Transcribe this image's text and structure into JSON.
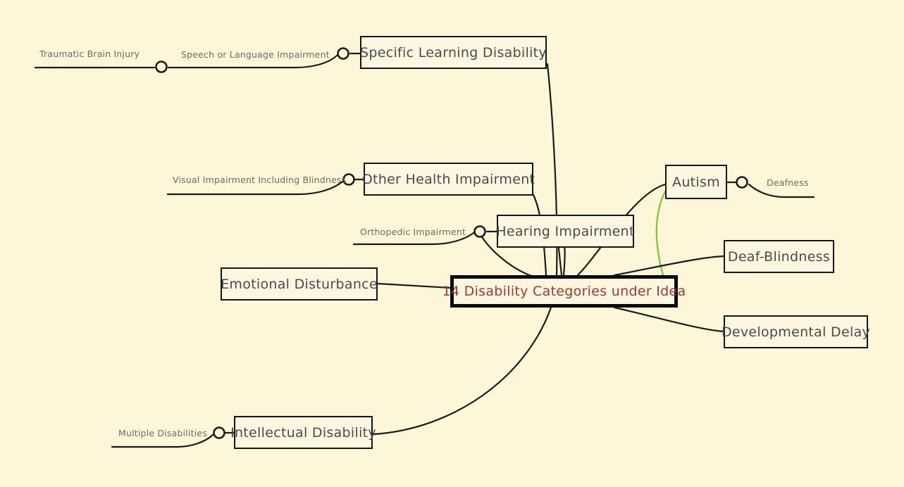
{
  "diagram": {
    "type": "mindmap",
    "title": "14 Disability Categories under Idea",
    "background_color": "#fdf6d8",
    "box_fill_color": "#fdf6e0",
    "box_border_color": "#141414",
    "root_text_color": "#a0392e",
    "branch_text_color": "#4a4a4a",
    "leaf_text_color": "#6b6b66",
    "accent_edge_color": "#8bc34a",
    "default_edge_color": "#1a1a1a"
  },
  "root": {
    "label": "14 Disability Categories under Idea"
  },
  "boxes": [
    {
      "id": "specific-learning-disability",
      "label": "Specific Learning Disability"
    },
    {
      "id": "other-health-impairment",
      "label": "Other Health Impairment"
    },
    {
      "id": "hearing-impairment",
      "label": "Hearing Impairment"
    },
    {
      "id": "autism",
      "label": "Autism"
    },
    {
      "id": "deaf-blindness",
      "label": "Deaf-Blindness"
    },
    {
      "id": "developmental-delay",
      "label": "Developmental Delay"
    },
    {
      "id": "emotional-disturbance",
      "label": "Emotional Disturbance"
    },
    {
      "id": "intellectual-disability",
      "label": "Intellectual Disability"
    }
  ],
  "leaves": [
    {
      "id": "traumatic-brain-injury",
      "label": "Traumatic Brain Injury"
    },
    {
      "id": "speech-or-language-impairment",
      "label": "Speech or Language Impairment"
    },
    {
      "id": "visual-impairment-including-blindness",
      "label": "Visual Impairment Including Blindness"
    },
    {
      "id": "orthopedic-impairment",
      "label": "Orthopedic Impairment"
    },
    {
      "id": "deafness",
      "label": "Deafness"
    },
    {
      "id": "multiple-disabilities",
      "label": "Multiple Disabilities"
    }
  ],
  "chart_data": {
    "type": "diagram",
    "title": "14 Disability Categories under Idea",
    "root": "14 Disability Categories under Idea",
    "nodes": [
      "14 Disability Categories under Idea",
      "Specific Learning Disability",
      "Other Health Impairment",
      "Hearing Impairment",
      "Autism",
      "Deaf-Blindness",
      "Developmental Delay",
      "Emotional Disturbance",
      "Intellectual Disability",
      "Traumatic Brain Injury",
      "Speech or Language Impairment",
      "Visual Impairment Including Blindness",
      "Orthopedic Impairment",
      "Deafness",
      "Multiple Disabilities"
    ],
    "edges": [
      {
        "from": "14 Disability Categories under Idea",
        "to": "Specific Learning Disability",
        "color": "#1a1a1a"
      },
      {
        "from": "14 Disability Categories under Idea",
        "to": "Other Health Impairment",
        "color": "#1a1a1a"
      },
      {
        "from": "14 Disability Categories under Idea",
        "to": "Hearing Impairment",
        "color": "#1a1a1a"
      },
      {
        "from": "14 Disability Categories under Idea",
        "to": "Autism",
        "color": "#8bc34a"
      },
      {
        "from": "14 Disability Categories under Idea",
        "to": "Deaf-Blindness",
        "color": "#1a1a1a"
      },
      {
        "from": "14 Disability Categories under Idea",
        "to": "Developmental Delay",
        "color": "#1a1a1a"
      },
      {
        "from": "14 Disability Categories under Idea",
        "to": "Emotional Disturbance",
        "color": "#1a1a1a"
      },
      {
        "from": "14 Disability Categories under Idea",
        "to": "Intellectual Disability",
        "color": "#1a1a1a"
      },
      {
        "from": "Specific Learning Disability",
        "to": "Speech or Language Impairment",
        "color": "#1a1a1a"
      },
      {
        "from": "Speech or Language Impairment",
        "to": "Traumatic Brain Injury",
        "color": "#1a1a1a"
      },
      {
        "from": "Other Health Impairment",
        "to": "Visual Impairment Including Blindness",
        "color": "#1a1a1a"
      },
      {
        "from": "Hearing Impairment",
        "to": "Orthopedic Impairment",
        "color": "#1a1a1a"
      },
      {
        "from": "Autism",
        "to": "Deafness",
        "color": "#1a1a1a"
      },
      {
        "from": "Intellectual Disability",
        "to": "Multiple Disabilities",
        "color": "#1a1a1a"
      }
    ],
    "layout": "radial-mindmap",
    "node_count": 15,
    "edge_count": 14
  }
}
